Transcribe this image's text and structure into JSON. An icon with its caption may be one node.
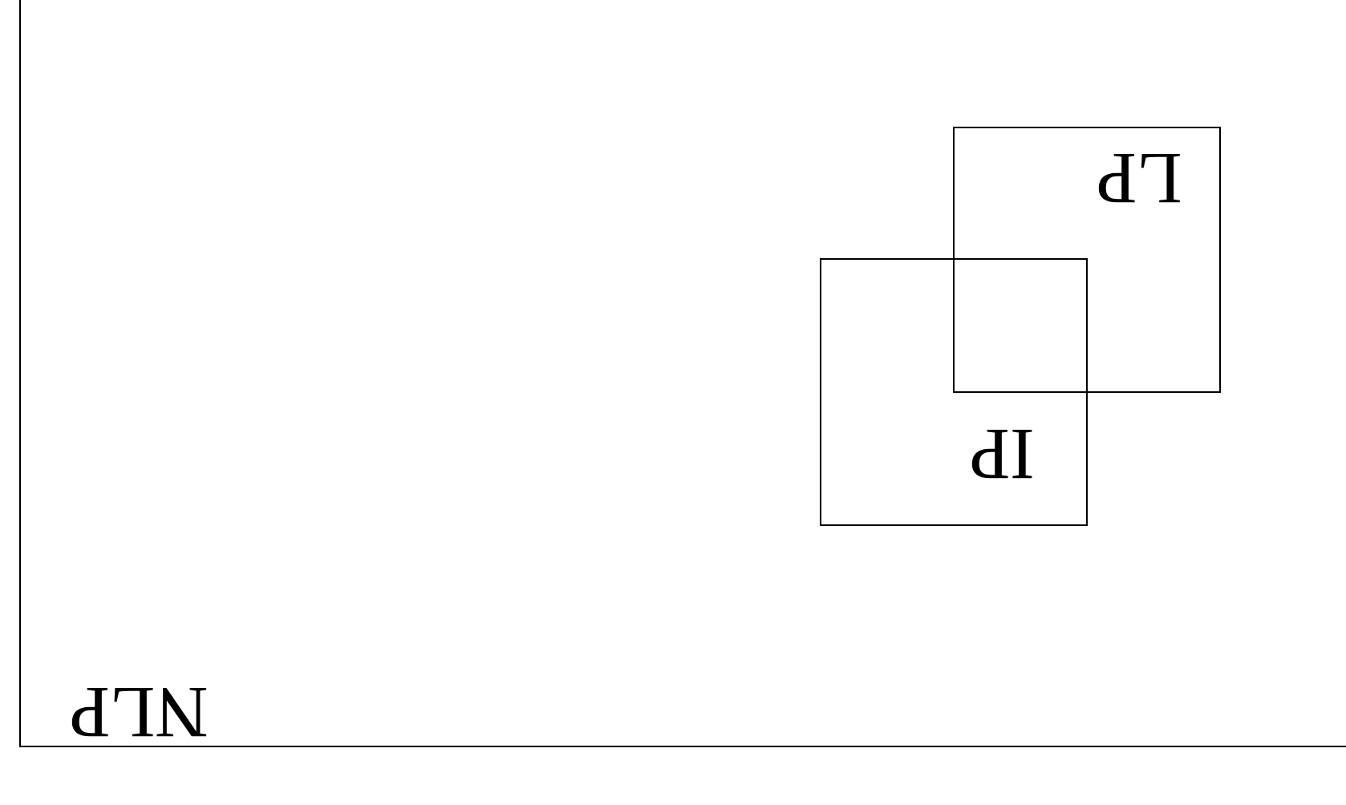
{
  "diagram": {
    "nodes": [
      {
        "text": [
          "NLP"
        ]
      },
      {
        "text": [
          "LP"
        ],
        "in": 0
      },
      {
        "text": [
          "IP"
        ],
        "in": 0
      }
    ]
  }
}
